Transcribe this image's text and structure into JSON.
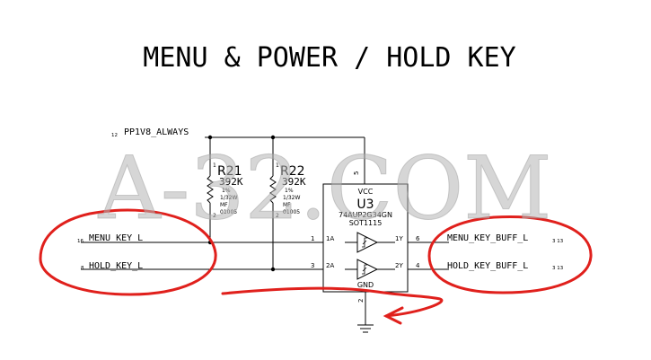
{
  "title": "MENU & POWER / HOLD KEY",
  "watermark": "A-32.COM",
  "nets": {
    "rail": {
      "name": "PP1V8_ALWAYS",
      "ref": "12"
    },
    "menu_in": {
      "name": "MENU_KEY_L",
      "ref": "16"
    },
    "hold_in": {
      "name": "HOLD_KEY_L",
      "ref": "8"
    },
    "menu_out": {
      "name": "MENU_KEY_BUFF_L",
      "ref": "3 13"
    },
    "hold_out": {
      "name": "HOLD_KEY_BUFF_L",
      "ref": "3 13"
    }
  },
  "resistors": [
    {
      "pin1": "1",
      "pin2": "2",
      "ref": "R21",
      "value": "392K",
      "tol": "1%",
      "power": "1/32W",
      "type": "MF",
      "package": "01005"
    },
    {
      "pin1": "1",
      "pin2": "2",
      "ref": "R22",
      "value": "392K",
      "tol": "1%",
      "power": "1/32W",
      "type": "MF",
      "package": "01005"
    }
  ],
  "ic": {
    "ref": "U3",
    "part": "74AUP2G34GN",
    "package": "SOT1115",
    "vcc_label": "VCC",
    "gnd_label": "GND",
    "vcc_pin": "5",
    "gnd_pin": "2",
    "pins": {
      "in1": {
        "num": "1",
        "name": "1A"
      },
      "in2": {
        "num": "3",
        "name": "2A"
      },
      "out1": {
        "num": "6",
        "name": "1Y"
      },
      "out2": {
        "num": "4",
        "name": "2Y"
      }
    }
  },
  "colors": {
    "line": "#000000",
    "annotation": "#e0201c",
    "watermark": "#b4b4b4"
  }
}
